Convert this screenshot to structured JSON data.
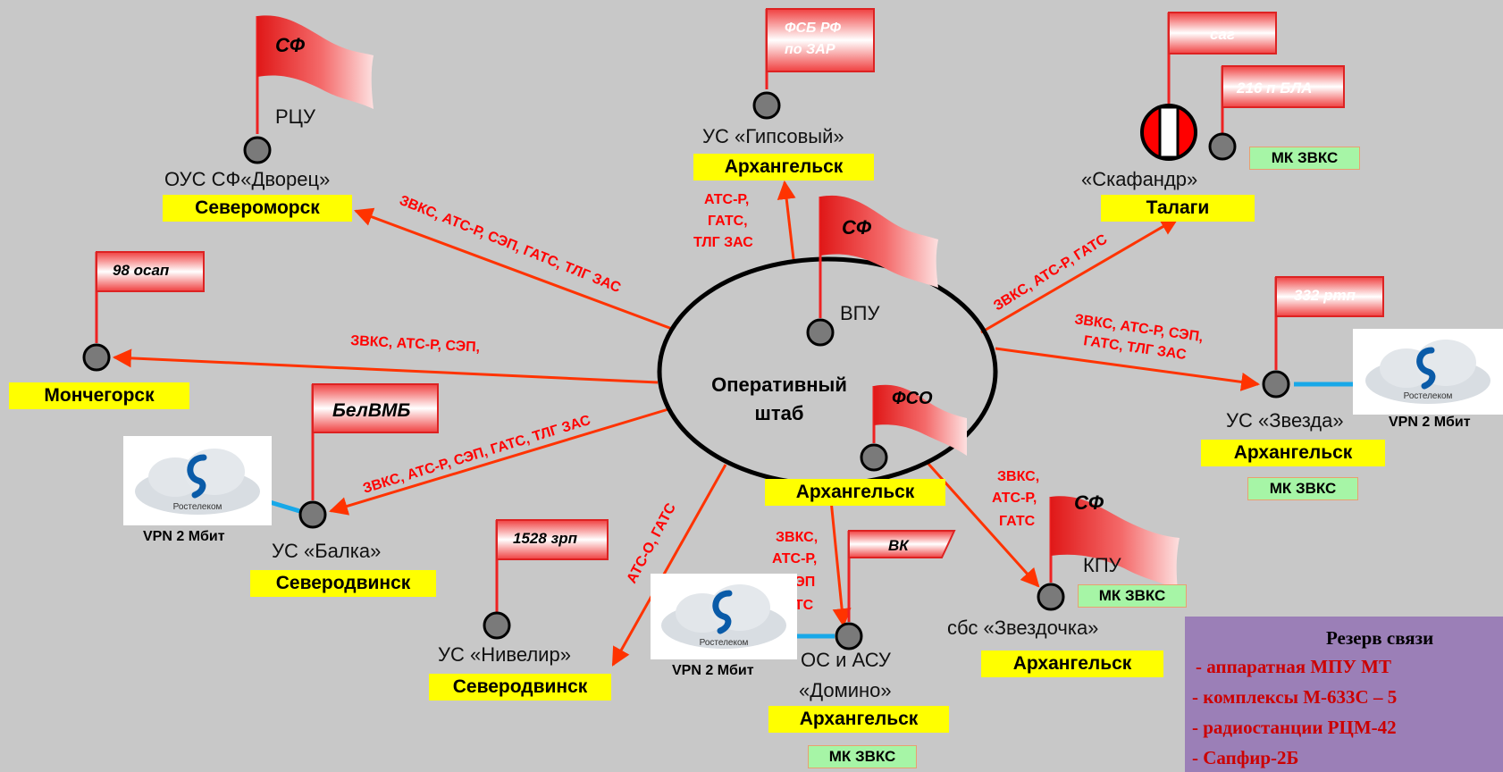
{
  "hub": {
    "line1": "Оперативный",
    "line2": "штаб",
    "city": "Архангельск",
    "flag_vpu": "СФ",
    "vpu": "ВПУ",
    "flag_fso": "ФСО"
  },
  "nodes": {
    "severomorsk": {
      "flag": "СФ",
      "sublabel": "РЦУ",
      "name": "ОУС СФ«Дворец»",
      "city": "Североморск"
    },
    "gipsovy": {
      "flag_l1": "ФСБ РФ",
      "flag_l2": "по ЗАР",
      "name": "УС «Гипсовый»",
      "city": "Архангельск"
    },
    "talagi": {
      "flag1": "саг",
      "flag2": "216 п БЛА",
      "name": "«Скафандр»",
      "city": "Талаги",
      "mk": "МК ЗВКС"
    },
    "monchegorsk": {
      "flag": "98 осап",
      "city": "Мончегорск"
    },
    "balka": {
      "flag": "БелВМБ",
      "name": "УС «Балка»",
      "city": "Северодвинск",
      "vpn": "VPN 2 Мбит",
      "logo": "Ростелеком"
    },
    "zvezda": {
      "flag": "332 ртп",
      "name": "УС «Звезда»",
      "city": "Архангельск",
      "mk": "МК ЗВКС",
      "vpn": "VPN 2 Мбит",
      "logo": "Ростелеком"
    },
    "nivelir": {
      "flag": "1528 зрп",
      "name": "УС «Нивелир»",
      "city": "Северодвинск"
    },
    "domino": {
      "flag": "ВК",
      "name1": "ОС и АСУ",
      "name2": "«Домино»",
      "city": "Архангельск",
      "mk": "МК ЗВКС",
      "vpn": "VPN 2 Мбит",
      "logo": "Ростелеком"
    },
    "zvezdochka": {
      "flag": "СФ",
      "sublabel": "КПУ",
      "mk": "МК ЗВКС",
      "name": "сбс «Звездочка»",
      "city": "Архангельск"
    }
  },
  "links": {
    "severomorsk": "ЗВКС, АТС-Р, СЭП,  ГАТС, ТЛГ ЗАС",
    "gipsovy": [
      "АТС-Р,",
      "ГАТС,",
      "ТЛГ ЗАС"
    ],
    "talagi": "ЗВКС, АТС-Р, ГАТС",
    "monchegorsk": "ЗВКС, АТС-Р, СЭП,",
    "zvezda": [
      "ЗВКС, АТС-Р, СЭП,",
      "ГАТС, ТЛГ ЗАС"
    ],
    "balka": "ЗВКС, АТС-Р, СЭП, ГАТС, ТЛГ ЗАС",
    "nivelir": "АТС-О, ГАТС",
    "domino": [
      "ЗВКС,",
      "АТС-Р,",
      "СЭП",
      "ГАТС"
    ],
    "zvezdochka": [
      "ЗВКС,",
      "АТС-Р,",
      "ГАТС"
    ]
  },
  "reserve": {
    "title": "Резерв связи",
    "items": [
      "- аппаратная  МПУ МТ",
      "- комплексы М-633С – 5",
      "- радиостанции РЦМ-42",
      "- Сапфир-2Б"
    ]
  },
  "colors": {
    "arrow": "#ff3300",
    "link_text": "#ff0000",
    "city_bg": "#ffff00",
    "mk_bg": "#a6f5a6",
    "flag": "#ee2222",
    "node": "#7a7a7a",
    "vpn_line": "#18a8e8"
  }
}
